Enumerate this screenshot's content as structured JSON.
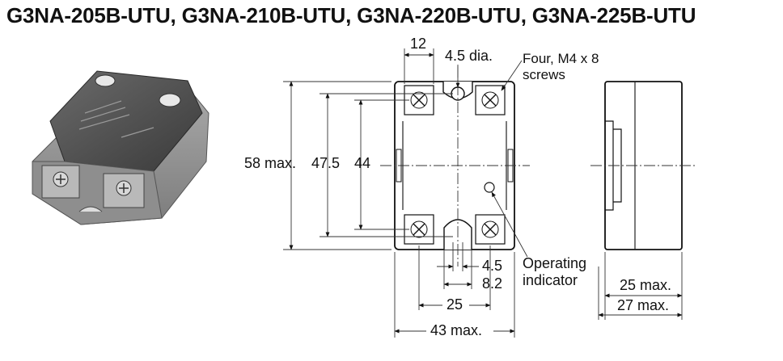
{
  "title": "G3NA-205B-UTU, G3NA-210B-UTU, G3NA-220B-UTU, G3NA-225B-UTU",
  "dimensions": {
    "terminal_pitch_top": "12",
    "hole_dia": "4.5 dia.",
    "screws_line1": "Four, M4 x 8",
    "screws_line2": "screws",
    "overall_height": "58 max.",
    "mount_pitch": "47.5",
    "terminal_pitch": "44",
    "slot_width": "4.5",
    "slot_outer": "8.2",
    "terminal_span": "25",
    "overall_width": "43 max.",
    "indicator_line1": "Operating",
    "indicator_line2": "indicator",
    "depth_body": "25 max.",
    "depth_total": "27 max."
  }
}
